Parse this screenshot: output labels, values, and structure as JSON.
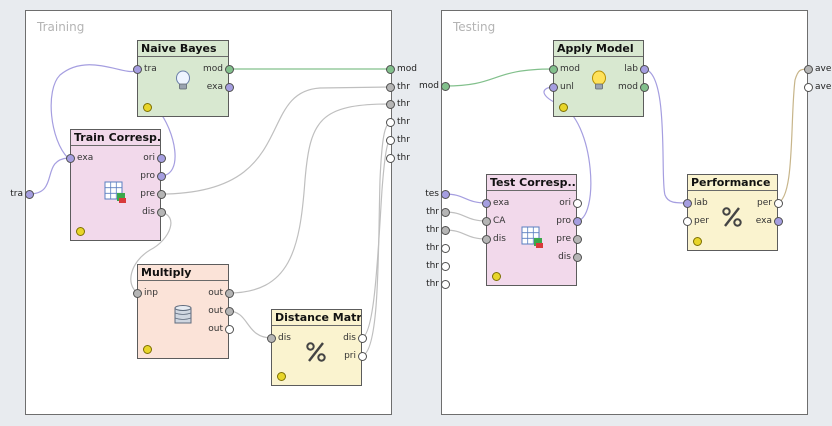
{
  "colors": {
    "violet": "#a59ee0",
    "green": "#82c08c",
    "white": "#ffffff",
    "grey": "#b5b5b5",
    "wire_green": "#82c08c",
    "wire_violet": "#a59ee0",
    "wire_grey": "#bfbfbf",
    "wire_tan": "#c7b58a"
  },
  "panels": {
    "training": {
      "title": "Training"
    },
    "testing": {
      "title": "Testing"
    }
  },
  "operators": {
    "naive_bayes": {
      "title": "Naive Bayes",
      "icon": "lightbulb-icon",
      "bg": "#d8e8d0",
      "in": [
        {
          "label": "tra",
          "color": "violet"
        }
      ],
      "out": [
        {
          "label": "mod",
          "color": "green"
        },
        {
          "label": "exa",
          "color": "violet"
        }
      ]
    },
    "train_corresp": {
      "title": "Train Corresp...",
      "icon": "grid-table-icon",
      "bg": "#f2d9eb",
      "in": [
        {
          "label": "exa",
          "color": "violet"
        }
      ],
      "out": [
        {
          "label": "ori",
          "color": "violet"
        },
        {
          "label": "pro",
          "color": "violet"
        },
        {
          "label": "pre",
          "color": "grey"
        },
        {
          "label": "dis",
          "color": "grey"
        }
      ]
    },
    "multiply": {
      "title": "Multiply",
      "icon": "database-icon",
      "bg": "#fbe3d8",
      "in": [
        {
          "label": "inp",
          "color": "grey"
        }
      ],
      "out": [
        {
          "label": "out",
          "color": "grey"
        },
        {
          "label": "out",
          "color": "grey"
        },
        {
          "label": "out",
          "color": "white"
        }
      ]
    },
    "distance_matrix": {
      "title": "Distance Matrix",
      "icon": "percent-icon",
      "bg": "#faf3cf",
      "in": [
        {
          "label": "dis",
          "color": "grey"
        }
      ],
      "out": [
        {
          "label": "dis",
          "color": "white"
        },
        {
          "label": "pri",
          "color": "white"
        }
      ]
    },
    "apply_model": {
      "title": "Apply Model",
      "icon": "lightbulb-lit-icon",
      "bg": "#d8e8d0",
      "in": [
        {
          "label": "mod",
          "color": "green"
        },
        {
          "label": "unl",
          "color": "violet"
        }
      ],
      "out": [
        {
          "label": "lab",
          "color": "violet"
        },
        {
          "label": "mod",
          "color": "green"
        }
      ]
    },
    "test_corresp": {
      "title": "Test Corresp...",
      "icon": "grid-table-icon",
      "bg": "#f2d9eb",
      "in": [
        {
          "label": "exa",
          "color": "violet"
        },
        {
          "label": "CA",
          "color": "grey"
        },
        {
          "label": "dis",
          "color": "grey"
        }
      ],
      "out": [
        {
          "label": "ori",
          "color": "white"
        },
        {
          "label": "pro",
          "color": "violet"
        },
        {
          "label": "pre",
          "color": "grey"
        },
        {
          "label": "dis",
          "color": "grey"
        }
      ]
    },
    "performance": {
      "title": "Performance",
      "icon": "percent-icon",
      "bg": "#faf3cf",
      "in": [
        {
          "label": "lab",
          "color": "violet"
        },
        {
          "label": "per",
          "color": "white"
        }
      ],
      "out": [
        {
          "label": "per",
          "color": "white"
        },
        {
          "label": "exa",
          "color": "violet"
        }
      ]
    }
  },
  "training_inputs": [
    {
      "label": "tra",
      "color": "violet"
    }
  ],
  "training_outputs": [
    {
      "label": "mod",
      "color": "green"
    },
    {
      "label": "thr",
      "color": "grey"
    },
    {
      "label": "thr",
      "color": "grey"
    },
    {
      "label": "thr",
      "color": "white"
    },
    {
      "label": "thr",
      "color": "white"
    },
    {
      "label": "thr",
      "color": "white"
    }
  ],
  "testing_inputs": [
    {
      "label": "mod",
      "color": "green"
    },
    {
      "label": "tes",
      "color": "violet"
    },
    {
      "label": "thr",
      "color": "grey"
    },
    {
      "label": "thr",
      "color": "grey"
    },
    {
      "label": "thr",
      "color": "white"
    },
    {
      "label": "thr",
      "color": "white"
    },
    {
      "label": "thr",
      "color": "white"
    }
  ],
  "testing_outputs": [
    {
      "label": "ave",
      "color": "grey"
    },
    {
      "label": "ave",
      "color": "white"
    }
  ]
}
